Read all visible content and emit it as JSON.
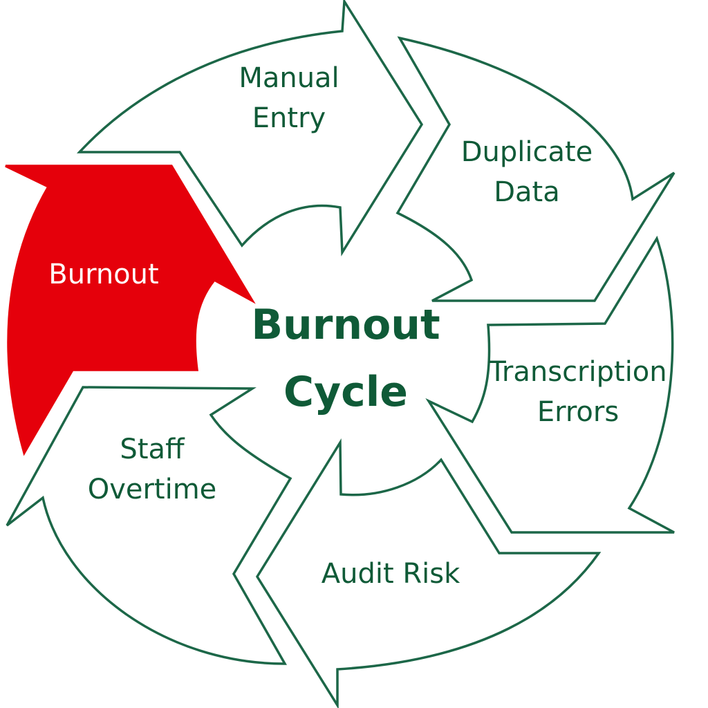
{
  "diagram": {
    "title_lines": [
      "Burnout",
      "Cycle"
    ],
    "colors": {
      "outline": "#1c6748",
      "text": "#0f5a37",
      "highlight_fill": "#e5000b",
      "highlight_text": "#ffffff",
      "background": "#ffffff"
    },
    "segments": [
      {
        "id": "manual-entry",
        "lines": [
          "Manual",
          "Entry"
        ],
        "highlight": false
      },
      {
        "id": "duplicate-data",
        "lines": [
          "Duplicate",
          "Data"
        ],
        "highlight": false
      },
      {
        "id": "transcription-errors",
        "lines": [
          "Transcription",
          "Errors"
        ],
        "highlight": false
      },
      {
        "id": "audit-risk",
        "lines": [
          "Audit Risk"
        ],
        "highlight": false
      },
      {
        "id": "staff-overtime",
        "lines": [
          "Staff",
          "Overtime"
        ],
        "highlight": false
      },
      {
        "id": "burnout",
        "lines": [
          "Burnout"
        ],
        "highlight": true
      }
    ]
  }
}
